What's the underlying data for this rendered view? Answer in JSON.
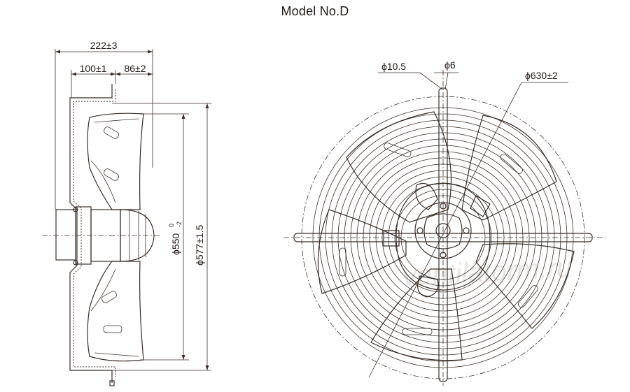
{
  "title": "Model No.D",
  "side_view": {
    "dim_total_depth": "222±3",
    "dim_front": "100±1",
    "dim_back": "86±2",
    "dim_diameter_inner": "ϕ550",
    "dim_diameter_inner_tol_upper": "0",
    "dim_diameter_inner_tol_lower": "-2",
    "dim_diameter_outer": "ϕ577±1.5"
  },
  "front_view": {
    "dim_hole": "ϕ10.5",
    "dim_slot": "ϕ6",
    "dim_guard": "ϕ630±2"
  },
  "watermark": "ventilatorm.ru"
}
